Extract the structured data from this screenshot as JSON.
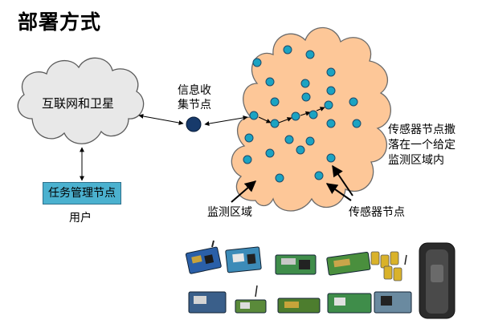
{
  "slide": {
    "title": "部署方式",
    "internet_cloud_label": "互联网和卫星",
    "sink_node_label": "信息收集节点",
    "task_manager_label": "任务管理节点",
    "user_label": "用户",
    "monitoring_region_label": "监测区域",
    "sensor_node_label": "传感器节点",
    "scatter_note": "传感器节点撒落在一个给定监测区域内"
  },
  "colors": {
    "sensor_cloud_fill": "#fdc798",
    "sensor_node_fill": "#1ba3c2",
    "sink_node_fill": "#173a6b",
    "internet_cloud_fill": "#e8e8e8",
    "task_box_fill": "#4bb1cf"
  },
  "icons": [
    "internet-cloud-icon",
    "sensor-cloud-icon",
    "sensor-node-icon",
    "sink-node-icon",
    "sensor-hardware-photo"
  ]
}
